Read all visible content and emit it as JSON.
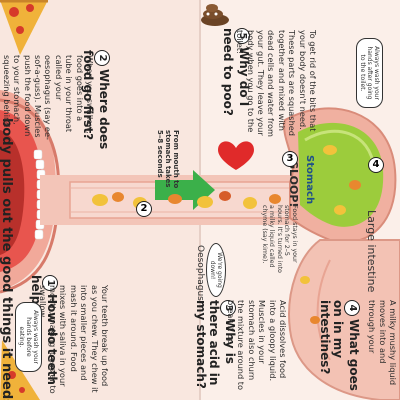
{
  "headline": "body pulls out the good things it needs.",
  "notes": {
    "brush_teeth": "Always wash your hands before eating.",
    "wash_hands_toilet": "Always wash your hands after going to the toilet.",
    "going_down": "We're going down!"
  },
  "sections": {
    "s1": {
      "number": "1",
      "title": "How do teeth help?",
      "body": "Your teeth break up food as you chew. They chew it into smaller pieces and mash it around. Food mixes with saliva in your mouth, making it easier to swallow."
    },
    "s2": {
      "number": "2",
      "title": "Where does food go first?",
      "body": "When you swallow, food goes into a tube in your throat called your oesophagus (say ee-sof-a-guss). Muscles push the food down to your stomach, squeezing behind the lumps of food so that it moves along."
    },
    "s3": {
      "number": "3",
      "title": "Why is there acid in my stomach?",
      "body": "Acid dissolves food into a gloopy liquid. Muscles in your stomach also churn the mixture around to break it up."
    },
    "s4": {
      "number": "4",
      "title": "What goes on in my intestines?",
      "body": "A milky mushy liquid moves into and through your"
    },
    "s5": {
      "number": "5",
      "title": "Why do I need to poo?",
      "body": "To get rid of the bits that your body doesn't need. These parts are squashed together and mixed with dead cells and water from your gut. They leave your body when you go to the toilet!"
    }
  },
  "diagram": {
    "mouth_to_stomach": "From mouth to stomach takes 5–8 seconds",
    "oesophagus": "Oesophagus",
    "stomach": "Stomach",
    "gloop": "GLOOP!",
    "food_stays": "Food stays in your stomach for 2–5 hours. It's turned into a milky liquid called chyme (say kime).",
    "large_intestine": "Large intestine",
    "numbers": [
      "2",
      "3",
      "4"
    ]
  },
  "colors": {
    "flesh": "#f2b7a6",
    "mouth": "#e8554e",
    "tube": "#f4c9bd",
    "stomach_fill": "#9ccc3c",
    "arrow": "#3bb04a",
    "heart": "#e02a2a",
    "text": "#2b2b2b"
  }
}
